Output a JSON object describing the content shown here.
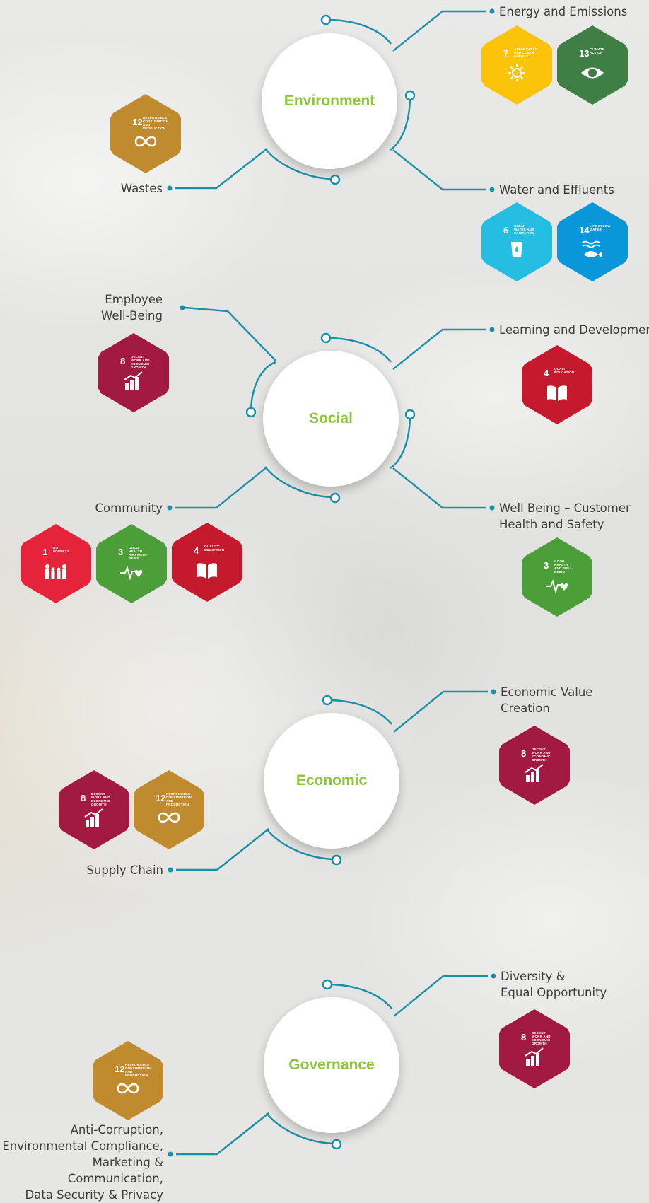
{
  "colors": {
    "line": "#1a8fa8",
    "heading": "#8cc63f",
    "text": "#3d3d3d"
  },
  "sections": [
    {
      "title": "Environment"
    },
    {
      "title": "Social"
    },
    {
      "title": "Economic"
    },
    {
      "title": "Governance"
    }
  ],
  "topics": {
    "energy": "Energy and Emissions",
    "water": "Water and Effluents",
    "wastes": "Wastes",
    "employee": "Employee\nWell-Being",
    "learning": "Learning and Development",
    "community": "Community",
    "wellbeing": "Well Being – Customer\nHealth and Safety",
    "econ_value": "Economic Value\nCreation",
    "supply": "Supply Chain",
    "diversity": "Diversity &\nEqual Opportunity",
    "anticorruption": "Anti-Corruption,\nEnvironmental Compliance,\nMarketing & Communication,\nData Security & Privacy"
  },
  "sdgs": {
    "sdg1": {
      "num": "1",
      "title": "NO POVERTY",
      "color": "#e5243b",
      "icon": "family-icon"
    },
    "sdg3": {
      "num": "3",
      "title": "GOOD HEALTH AND WELL-BEING",
      "color": "#4c9f38",
      "icon": "heartbeat-icon"
    },
    "sdg4": {
      "num": "4",
      "title": "QUALITY EDUCATION",
      "color": "#c5192d",
      "icon": "book-icon"
    },
    "sdg6": {
      "num": "6",
      "title": "CLEAN WATER AND SANITATION",
      "color": "#26bde2",
      "icon": "water-glass-icon"
    },
    "sdg7": {
      "num": "7",
      "title": "AFFORDABLE AND CLEAN ENERGY",
      "color": "#fcc30b",
      "icon": "sun-icon"
    },
    "sdg8": {
      "num": "8",
      "title": "DECENT WORK AND ECONOMIC GROWTH",
      "color": "#a21942",
      "icon": "growth-chart-icon"
    },
    "sdg12": {
      "num": "12",
      "title": "RESPONSIBLE CONSUMPTION AND PRODUCTION",
      "color": "#bf8b2e",
      "icon": "infinity-icon"
    },
    "sdg13": {
      "num": "13",
      "title": "CLIMATE ACTION",
      "color": "#3f7e44",
      "icon": "eye-globe-icon"
    },
    "sdg14": {
      "num": "14",
      "title": "LIFE BELOW WATER",
      "color": "#0a97d9",
      "icon": "fish-icon"
    }
  }
}
